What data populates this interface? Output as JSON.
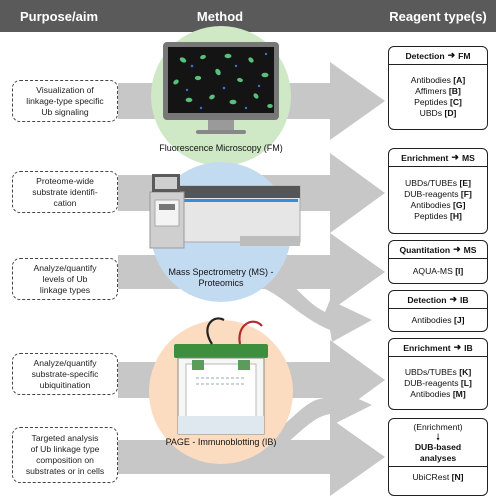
{
  "headers": {
    "purpose": "Purpose/aim",
    "method": "Method",
    "reagents": "Reagent type(s)"
  },
  "colors": {
    "header_bg": "#5a5a5a",
    "arrow_gray": "#c7c7c7",
    "fm_circle": "#cfe8c6",
    "ms_circle": "#c3dbf1",
    "ib_circle": "#fbdcc0"
  },
  "aims": [
    {
      "text": "Visualization of\nlinkage-type specific\nUb signaling"
    },
    {
      "text": "Proteome-wide\nsubstrate identifi-\ncation"
    },
    {
      "text": "Analyze/quantify\nlevels of Ub\nlinkage types"
    },
    {
      "text": "Analyze/quantify\nsubstrate-specific\nubiquitination"
    },
    {
      "text": "Targeted analysis\nof Ub linkage type\ncomposition on\nsubstrates or in cells"
    }
  ],
  "methods": {
    "fm": "Fluorescence Microscopy (FM)",
    "ms": "Mass Spectrometry (MS) -\nProteomics",
    "ib": "PAGE - Immunoblotting (IB)"
  },
  "reagent_boxes": [
    {
      "title_a": "Detection",
      "title_b": "FM",
      "items": [
        {
          "name": "Antibodies",
          "ref": "[A]"
        },
        {
          "name": "Affimers",
          "ref": "[B]"
        },
        {
          "name": "Peptides",
          "ref": "[C]"
        },
        {
          "name": "UBDs",
          "ref": "[D]"
        }
      ]
    },
    {
      "title_a": "Enrichment",
      "title_b": "MS",
      "items": [
        {
          "name": "UBDs/TUBEs",
          "ref": "[E]"
        },
        {
          "name": "DUB-reagents",
          "ref": "[F]"
        },
        {
          "name": "Antibodies",
          "ref": "[G]"
        },
        {
          "name": "Peptides",
          "ref": "[H]"
        }
      ]
    },
    {
      "title_a": "Quantitation",
      "title_b": "MS",
      "items": [
        {
          "name": "AQUA-MS",
          "ref": "[I]"
        }
      ]
    },
    {
      "title_a": "Detection",
      "title_b": "IB",
      "items": [
        {
          "name": "Antibodies",
          "ref": "[J]"
        }
      ]
    },
    {
      "title_a": "Enrichment",
      "title_b": "IB",
      "items": [
        {
          "name": "UBDs/TUBEs",
          "ref": "[K]"
        },
        {
          "name": "DUB-reagents",
          "ref": "[L]"
        },
        {
          "name": "Antibodies",
          "ref": "[M]"
        }
      ]
    }
  ],
  "last_box": {
    "top": "(Enrichment)",
    "mid": "DUB-based\nanalyses",
    "item": {
      "name": "UbiCRest",
      "ref": "[N]"
    }
  }
}
